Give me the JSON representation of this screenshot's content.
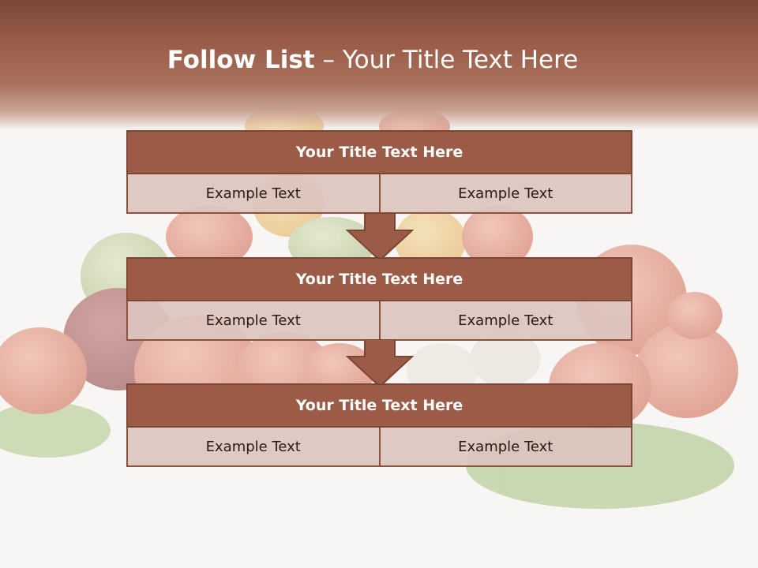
{
  "slide": {
    "title_bold": "Follow List",
    "title_rest": "– Your Title Text Here",
    "blocks": [
      {
        "title": "Your Title Text Here",
        "left": "Example Text",
        "right": "Example Text"
      },
      {
        "title": "Your Title Text Here",
        "left": "Example Text",
        "right": "Example Text"
      },
      {
        "title": "Your Title Text Here",
        "left": "Example Text",
        "right": "Example Text"
      }
    ]
  },
  "colors": {
    "header": "#9a5c48",
    "box_title": "#9c5b47",
    "box_cell": "#dbc4be",
    "arrow": "#9c5b47"
  }
}
